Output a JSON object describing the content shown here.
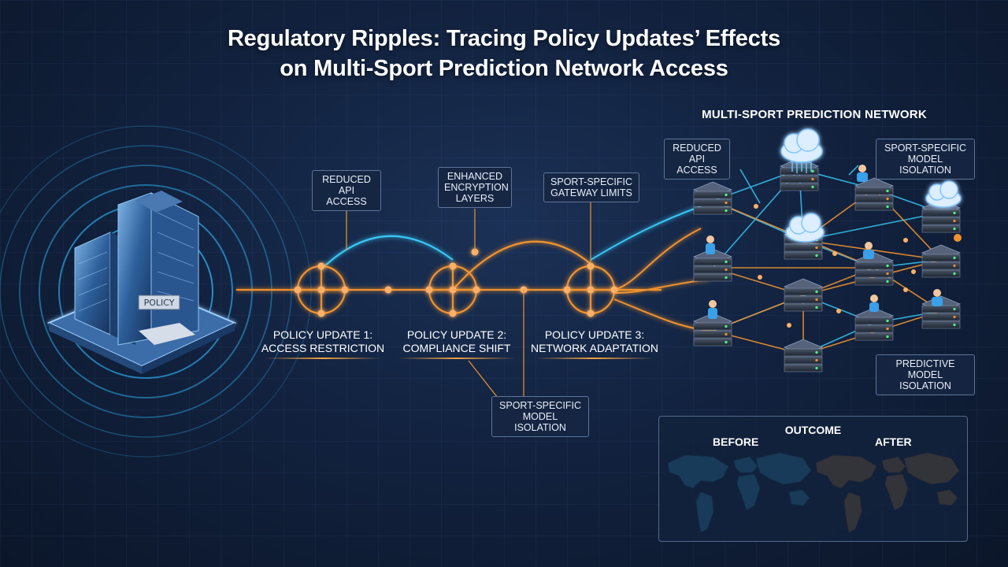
{
  "title": {
    "line1": "Regulatory Ripples: Tracing Policy Updates’ Effects",
    "line2": "on Multi-Sport Prediction Network Access"
  },
  "building": {
    "sign": "POLICY"
  },
  "steps": [
    {
      "line1": "Policy Update 1:",
      "line2": "Access Restriction"
    },
    {
      "line1": "Policy Update 2:",
      "line2": "Compliance Shift"
    },
    {
      "line1": "Policy Update 3:",
      "line2": "Network Adaptation"
    }
  ],
  "callouts": {
    "reduced_api": {
      "line1": "Reduced",
      "line2": "API Access"
    },
    "encryption": {
      "line1": "Enhanced",
      "line2": "Encryption",
      "line3": "Layers"
    },
    "gateway": {
      "line1": "Sport-Specific",
      "line2": "Gateway Limits"
    },
    "model_isolation_bottom": {
      "line1": "Sport-Specific",
      "line2": "Model Isolation"
    }
  },
  "network": {
    "title": "Multi-Sport Prediction Network",
    "reduced_api": {
      "line1": "Reduced",
      "line2": "API Access"
    },
    "sport_model": {
      "line1": "Sport-Specific",
      "line2": "Model Isolation"
    },
    "predictive_model": {
      "line1": "Predictive",
      "line2": "Model Isolation"
    }
  },
  "outcome": {
    "title": "Outcome",
    "before": "Before",
    "after": "After"
  },
  "colors": {
    "accent_blue": "#38c6f4",
    "accent_orange": "#f0922e",
    "bg": "#12223f"
  }
}
